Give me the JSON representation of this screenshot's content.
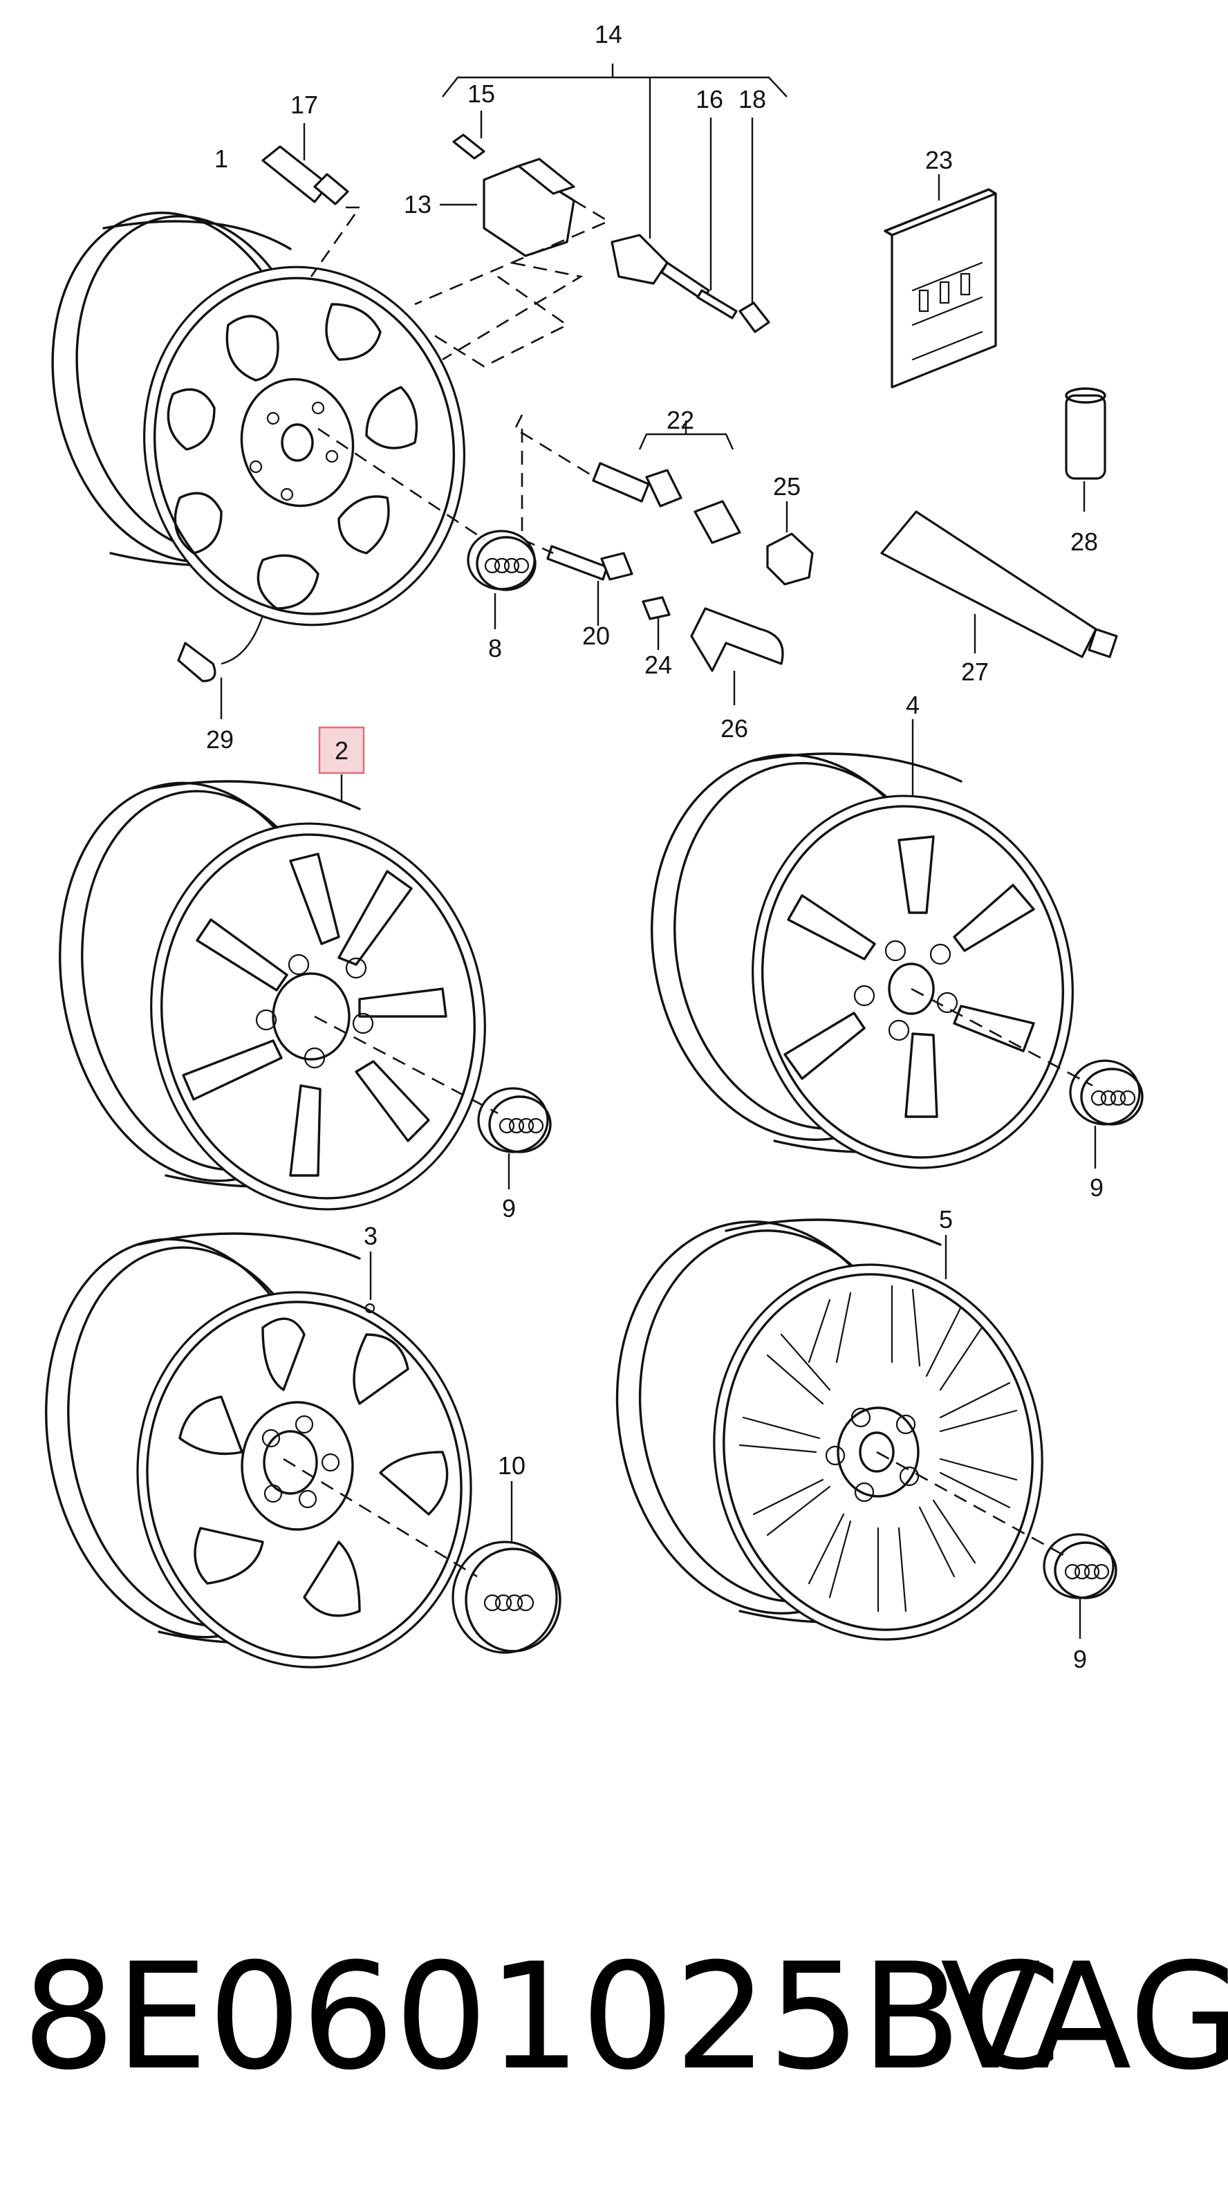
{
  "diagram": {
    "callouts": {
      "c1": "1",
      "c2": "2",
      "c3": "3",
      "c4": "4",
      "c5": "5",
      "c8": "8",
      "c9a": "9",
      "c9b": "9",
      "c9c": "9",
      "c10": "10",
      "c13": "13",
      "c14": "14",
      "c15": "15",
      "c16": "16",
      "c17": "17",
      "c18": "18",
      "c20": "20",
      "c22": "22",
      "c23": "23",
      "c24": "24",
      "c25": "25",
      "c26": "26",
      "c27": "27",
      "c28": "28",
      "c29": "29"
    },
    "highlighted_callout": "c2",
    "highlight_color": "#f6d6d9"
  },
  "footer": {
    "part_number": "8E0601025BC",
    "brand": "VAG"
  }
}
